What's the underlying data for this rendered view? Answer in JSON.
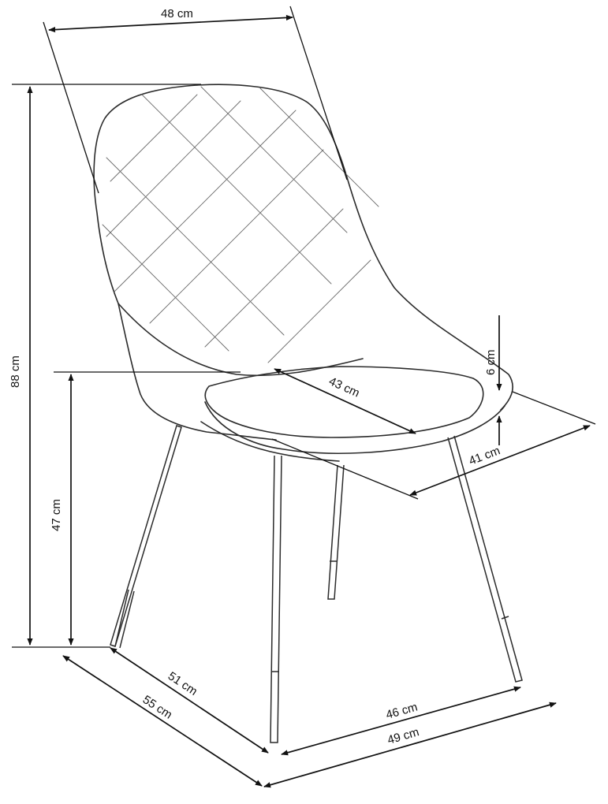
{
  "dimensions": {
    "back_width": "48 cm",
    "total_height": "88 cm",
    "seat_height": "47 cm",
    "seat_depth": "43 cm",
    "seat_cushion_thickness": "6 cm",
    "seat_width": "41 cm",
    "leg_span_depth": "51 cm",
    "total_depth": "55 cm",
    "leg_span_width": "46 cm",
    "total_width": "49 cm"
  },
  "colors": {
    "line": "#2b2b2b",
    "background": "#ffffff"
  }
}
